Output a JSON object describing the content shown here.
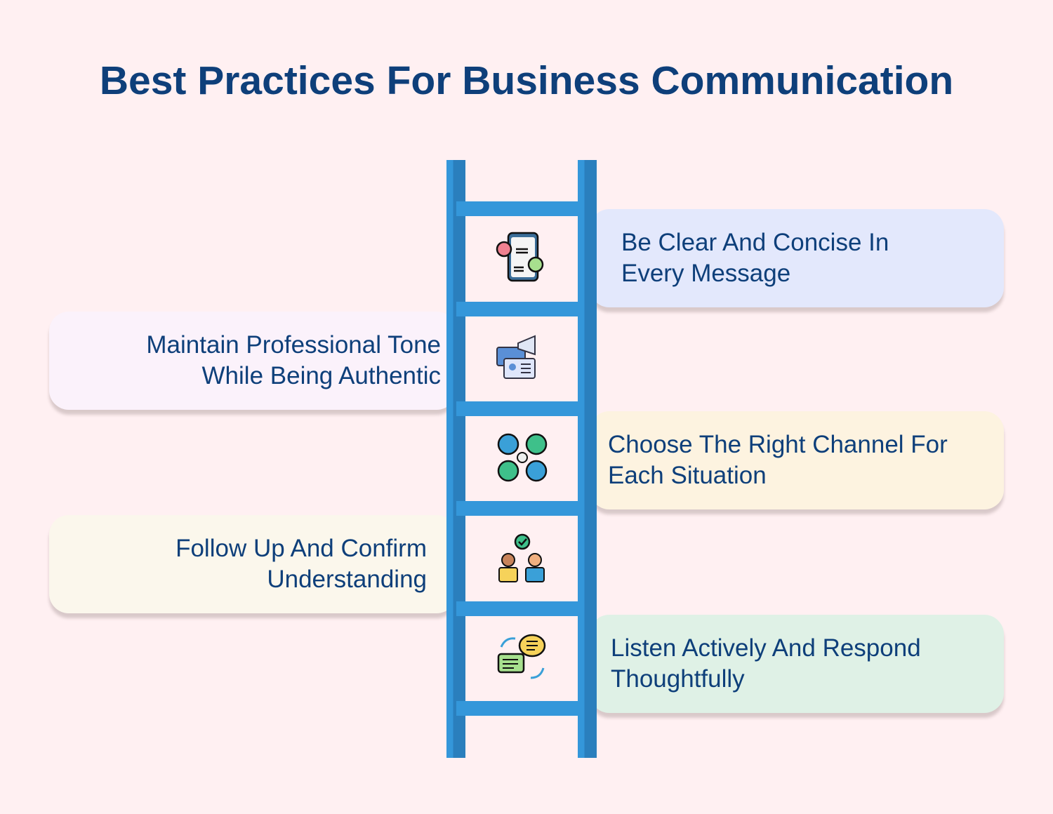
{
  "title": "Best Practices For Business Communication",
  "steps": [
    {
      "text": "Be Clear And Concise In Every Message",
      "icon": "smartphone-chat-icon",
      "side": "right",
      "color": "#e3e8fc"
    },
    {
      "text": "Maintain Professional Tone While Being Authentic",
      "icon": "megaphone-id-card-icon",
      "side": "left",
      "color": "#fbf2fb"
    },
    {
      "text": "Choose The Right Channel For Each Situation",
      "icon": "communication-channels-icon",
      "side": "right",
      "color": "#fdf3e0"
    },
    {
      "text": "Follow Up And Confirm Understanding",
      "icon": "people-confirm-icon",
      "side": "left",
      "color": "#fbf7ec"
    },
    {
      "text": "Listen Actively And Respond Thoughtfully",
      "icon": "chat-exchange-icon",
      "side": "right",
      "color": "#dff1e6"
    }
  ]
}
